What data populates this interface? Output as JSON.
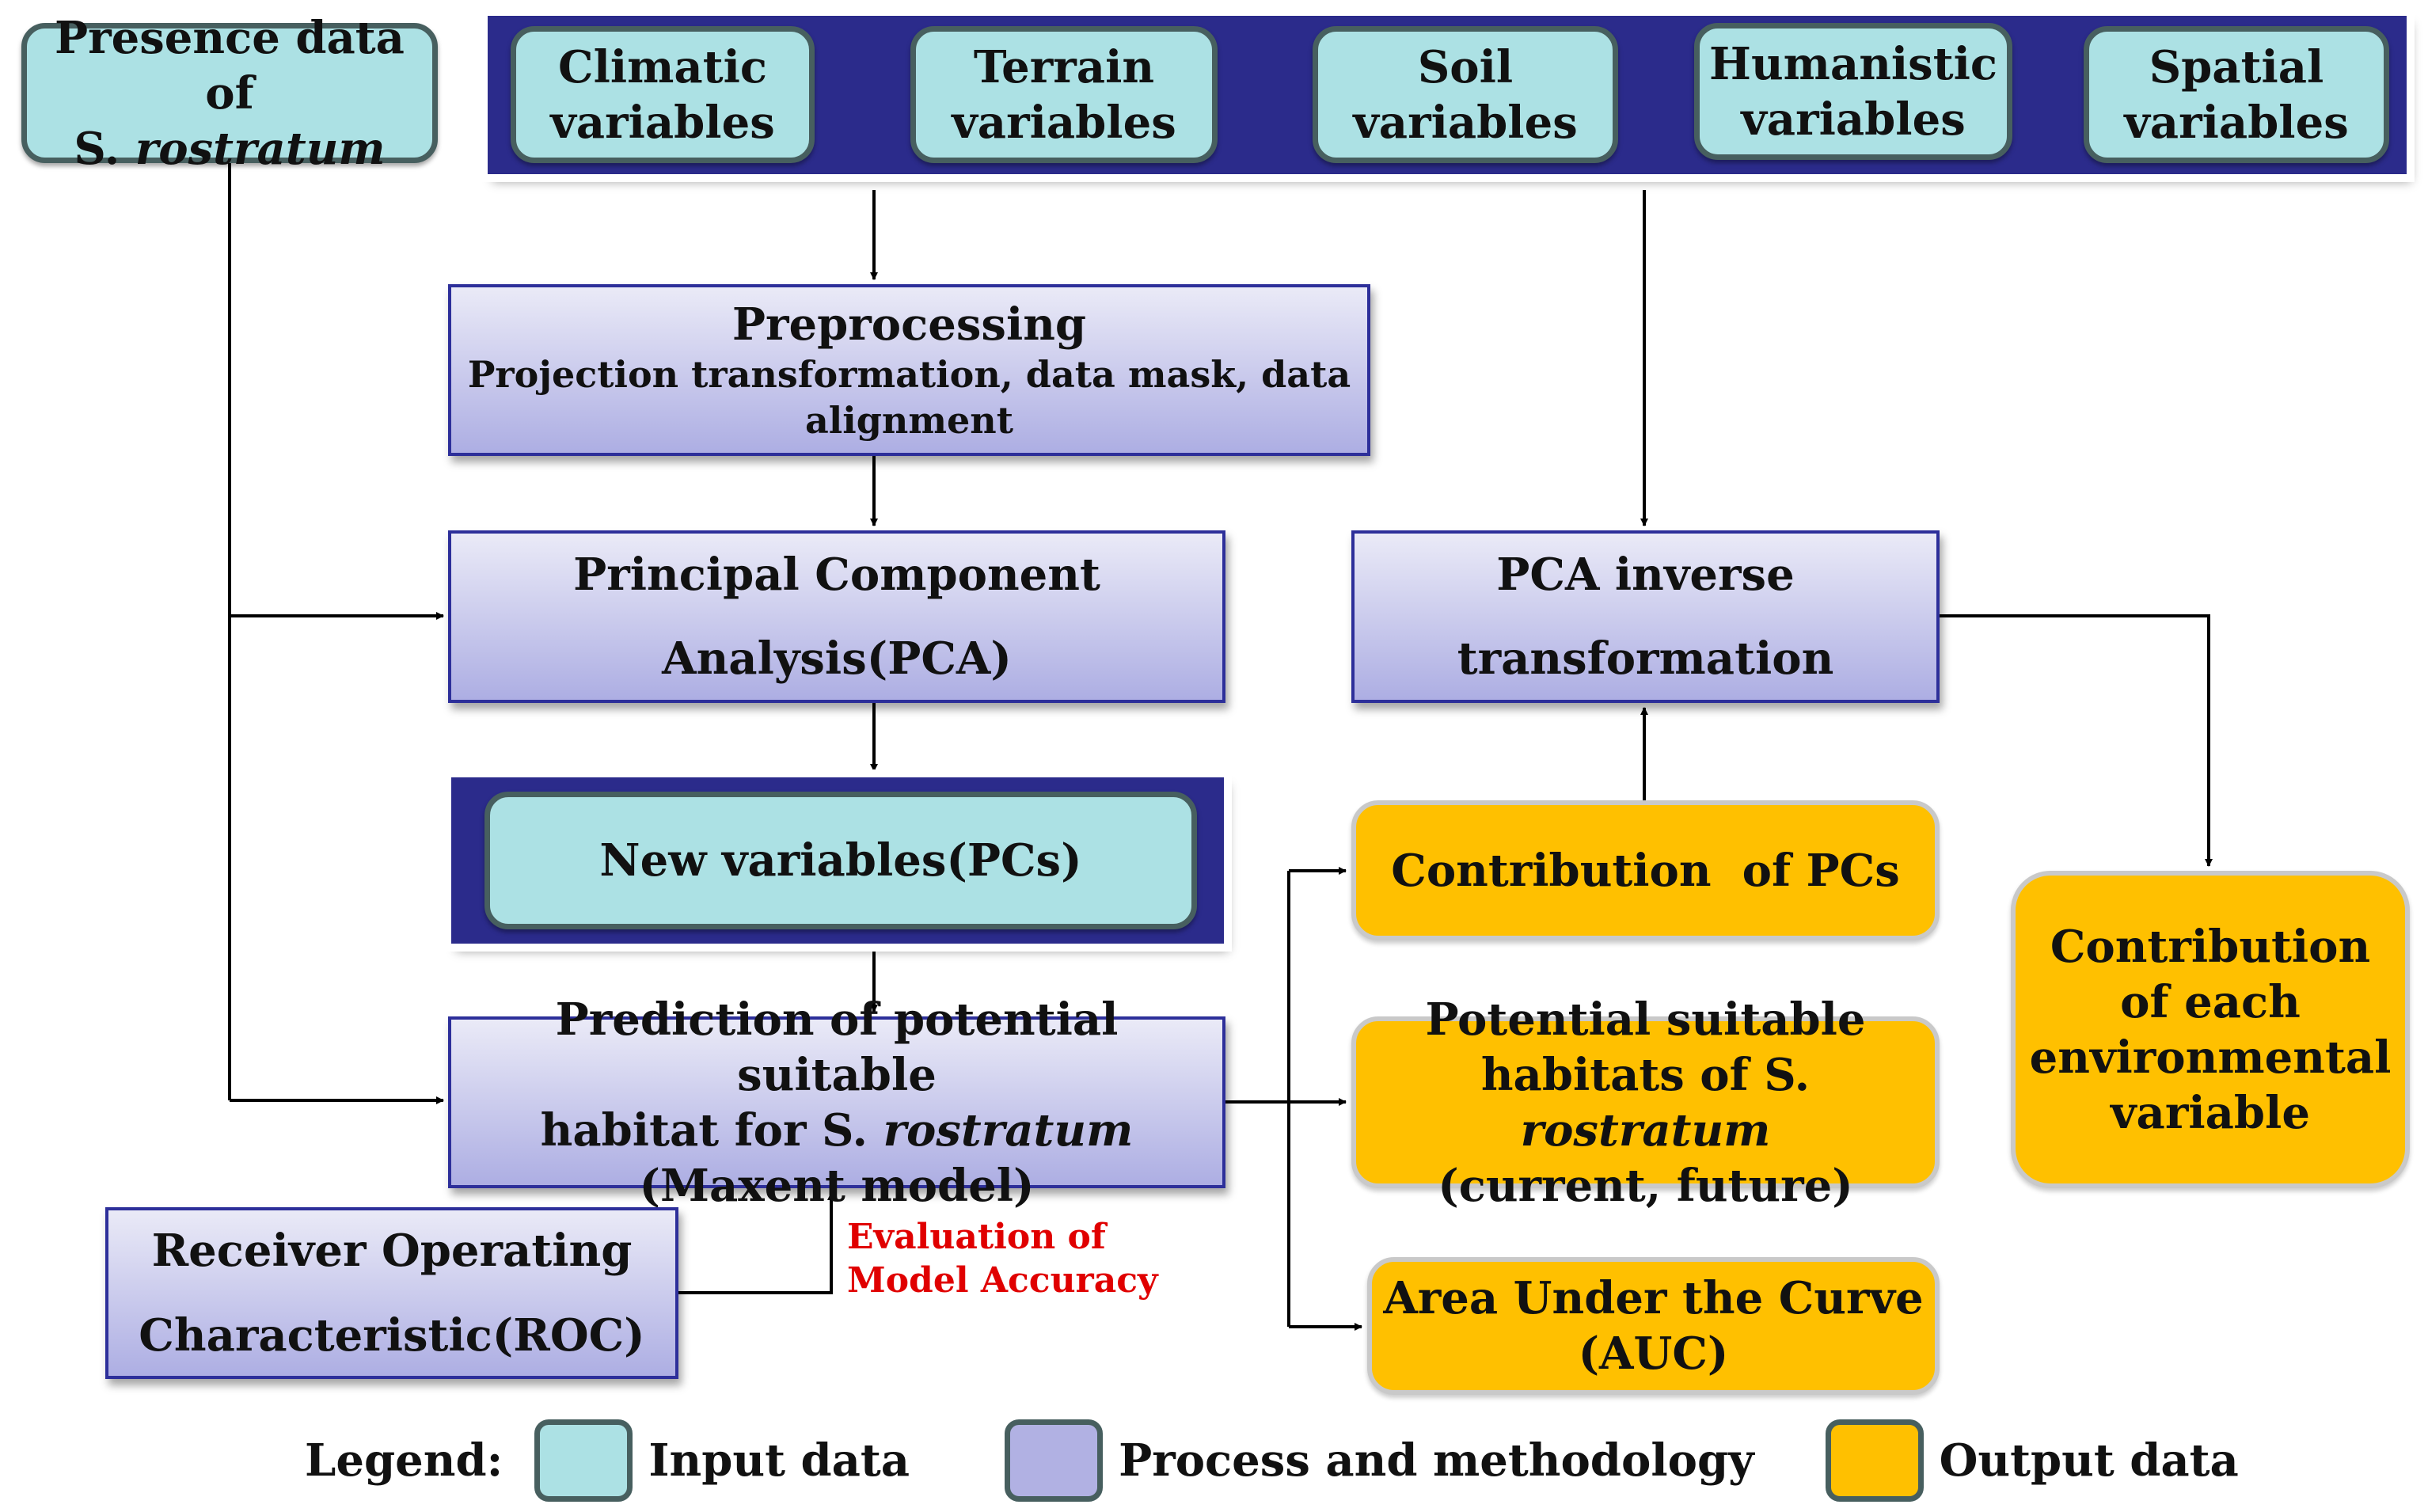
{
  "colors": {
    "input_fill": "#ace1e4",
    "input_border": "#475f5f",
    "process_fill_top": "#eaeaf7",
    "process_fill_bottom": "#adaee3",
    "process_border": "#2d2f9a",
    "output_fill": "#ffc000",
    "banner_fill": "#2b2b8b",
    "annotation_red": "#e00000"
  },
  "inputs": {
    "presence": {
      "line1": "Presence data of",
      "line2_prefix": "S.",
      "line2_italic": "rostratum"
    },
    "variables": [
      {
        "line1": "Climatic",
        "line2": "variables"
      },
      {
        "line1": "Terrain",
        "line2": "variables"
      },
      {
        "line1": "Soil",
        "line2": "variables"
      },
      {
        "line1": "Humanistic",
        "line2": "variables"
      },
      {
        "line1": "Spatial",
        "line2": "variables"
      }
    ],
    "new_variables": "New variables(PCs)"
  },
  "processes": {
    "preprocessing": {
      "title": "Preprocessing",
      "detail_line1": "Projection transformation, data mask, data",
      "detail_line2": "alignment"
    },
    "pca": {
      "line1": "Principal Component",
      "line2": "Analysis(PCA)"
    },
    "pca_inverse": {
      "line1": "PCA inverse",
      "line2": "transformation"
    },
    "prediction": {
      "line1": "Prediction of potential suitable",
      "line2_prefix": "habitat for S.",
      "line2_italic": "rostratum",
      "line3": "(Maxent model)"
    },
    "roc": {
      "line1": "Receiver Operating",
      "line2": "Characteristic(ROC)"
    }
  },
  "outputs": {
    "contribution_pcs": "Contribution  of PCs",
    "habitats": {
      "line1": "Potential suitable",
      "line2_prefix": "habitats of S.",
      "line2_italic": "rostratum",
      "line3": "(current, future)"
    },
    "auc": {
      "line1": "Area Under the Curve",
      "line2": "(AUC)"
    },
    "contribution_each": {
      "line1": "Contribution",
      "line2": "of each",
      "line3": "environmental",
      "line4": "variable"
    }
  },
  "annotation": {
    "line1": "Evaluation of",
    "line2": "Model Accuracy"
  },
  "legend": {
    "title": "Legend:",
    "items": [
      {
        "label": "Input data",
        "color": "#ace1e4"
      },
      {
        "label": "Process and methodology",
        "color": "#b1b1e3"
      },
      {
        "label": "Output data",
        "color": "#ffc000"
      }
    ]
  }
}
